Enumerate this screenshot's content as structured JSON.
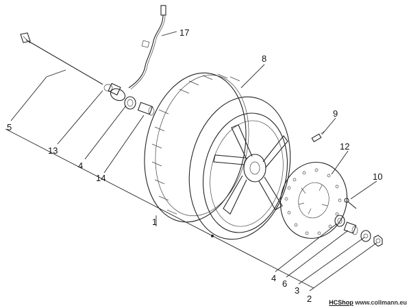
{
  "callouts": {
    "c1": "1",
    "c2": "2",
    "c3": "3",
    "c4a": "4",
    "c4b": "4",
    "c5": "5",
    "c6": "6",
    "c8": "8",
    "c9": "9",
    "c10": "10",
    "c12": "12",
    "c13": "13",
    "c14": "14",
    "c17": "17"
  },
  "footer": {
    "shop": "HCShop",
    "site": "www.collmann.eu"
  }
}
